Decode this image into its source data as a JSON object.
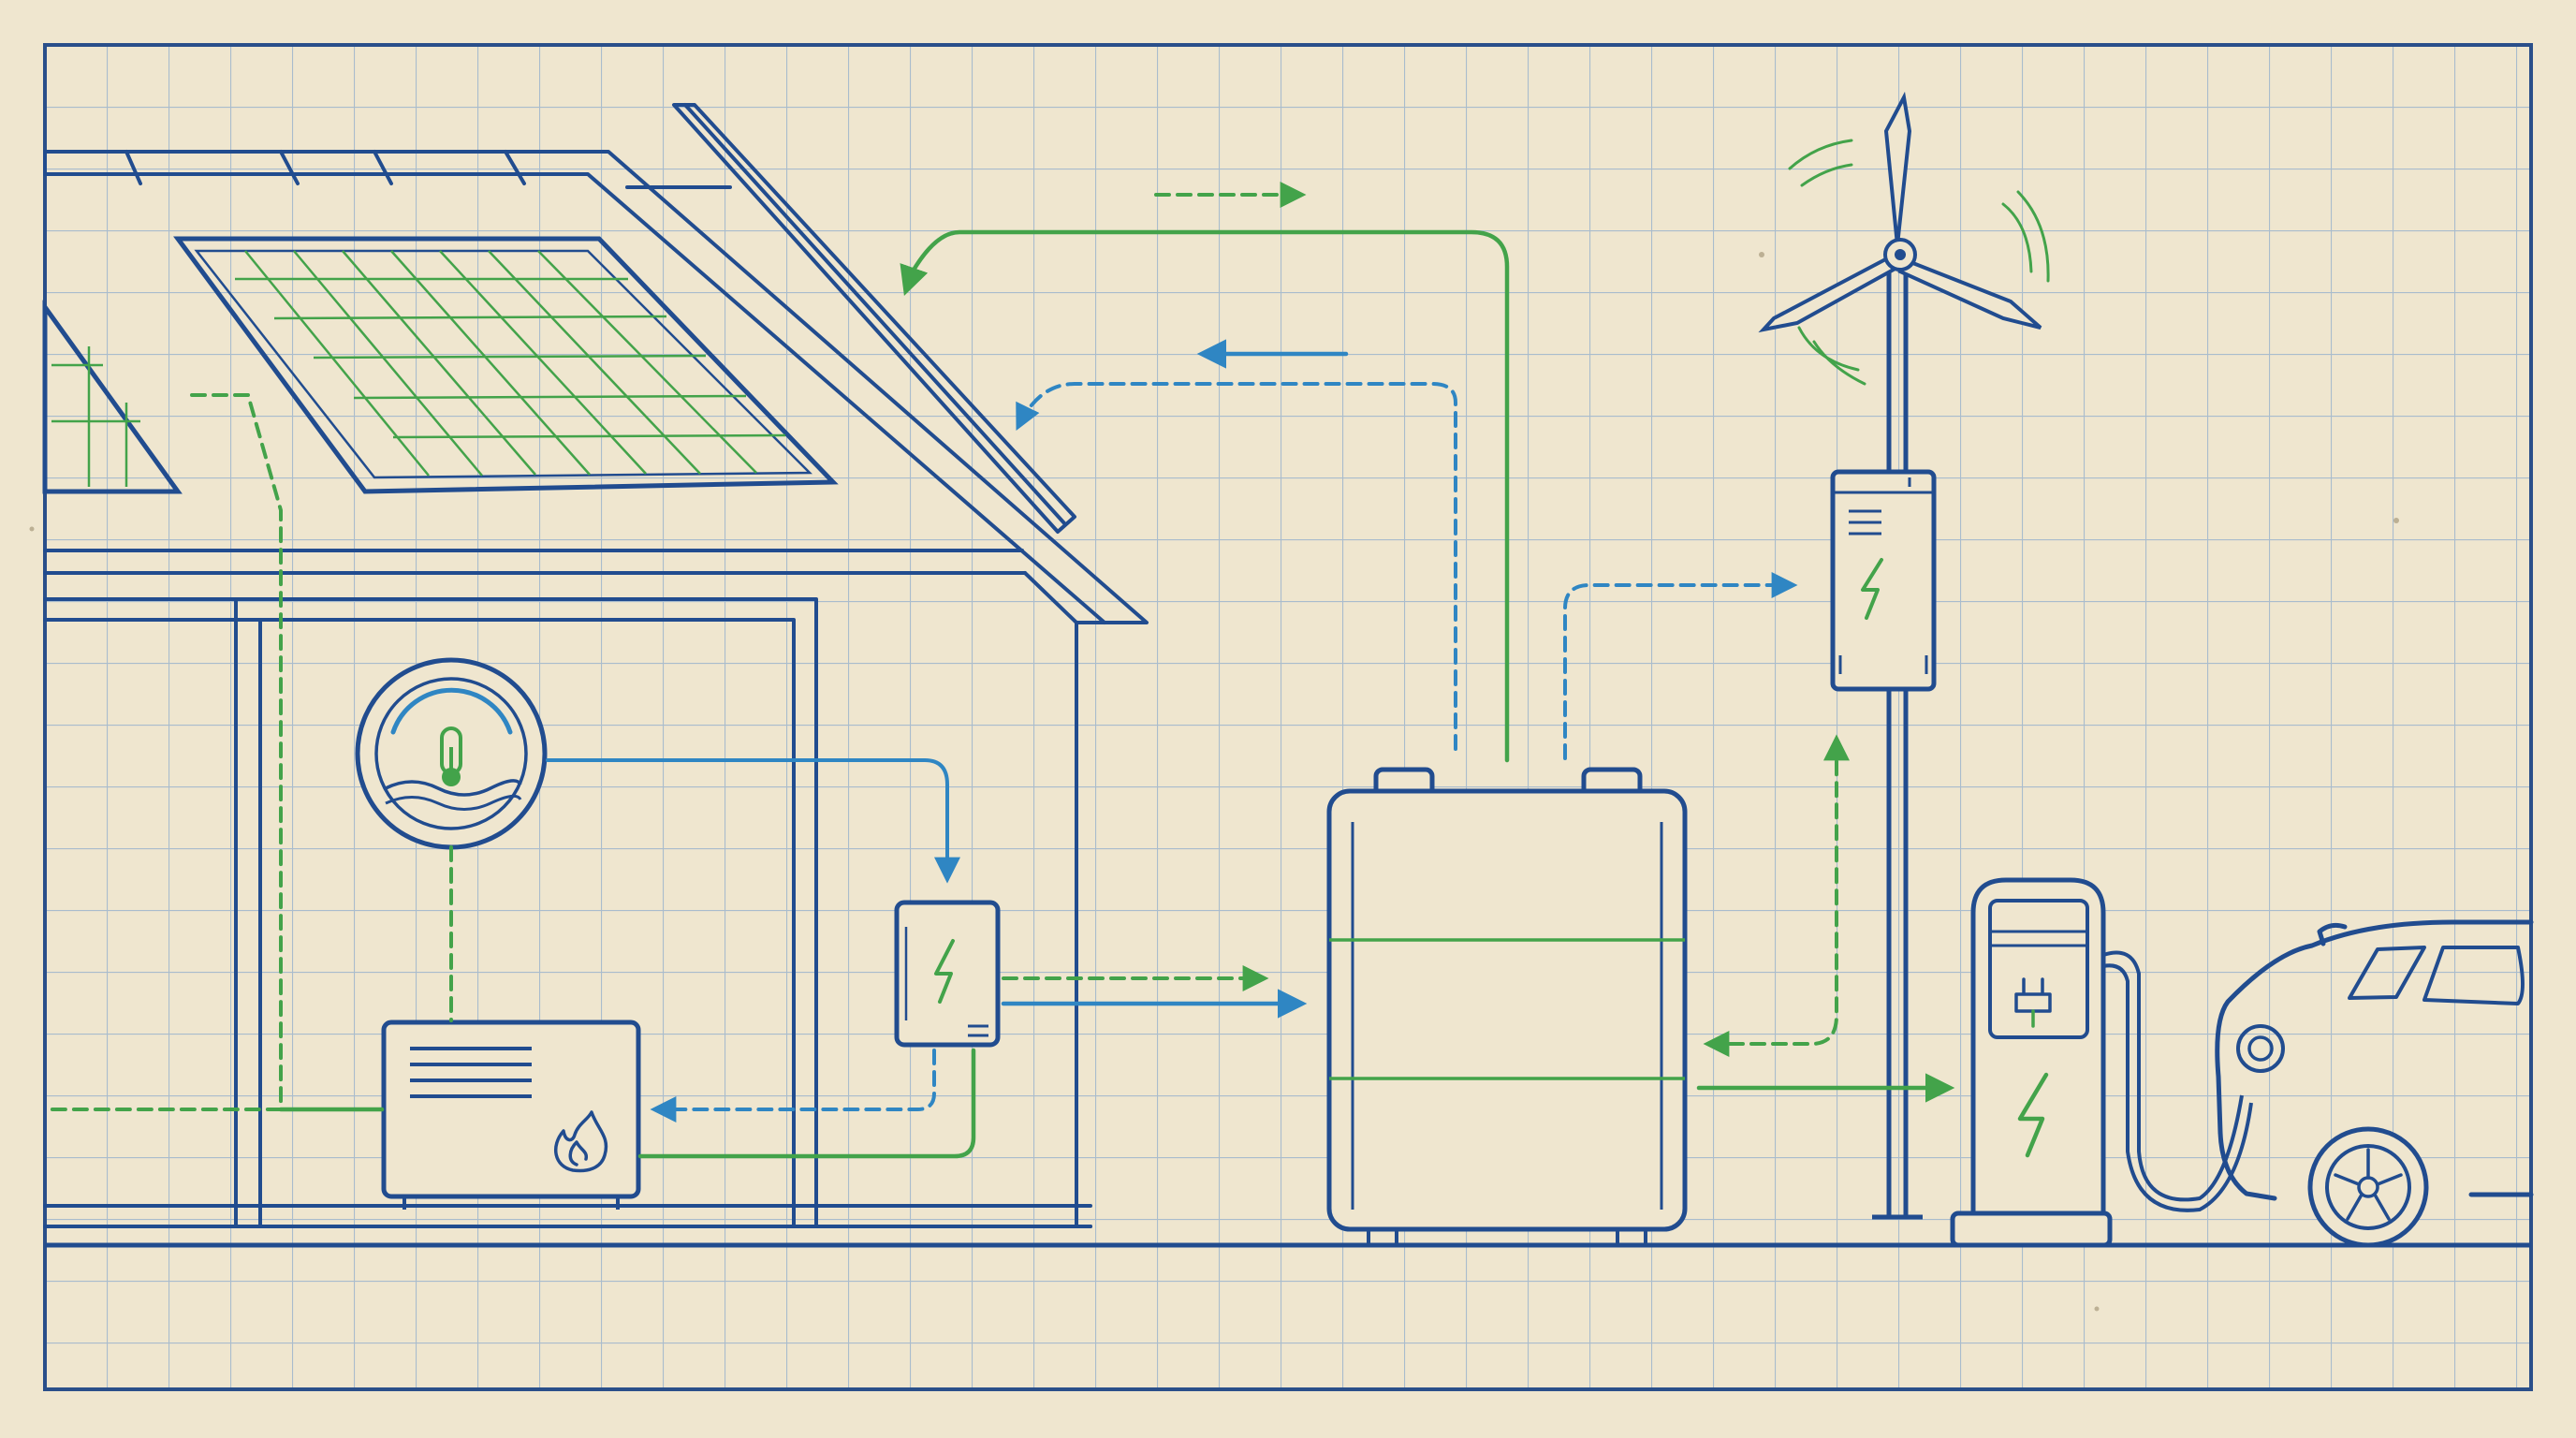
{
  "palette": {
    "paper": "#efe6cf",
    "grid": "#a9bccd",
    "frame": "#2a4f8a",
    "line_blue": "#214c8f",
    "flow_green": "#43a34a",
    "flow_blue": "#2f86c3"
  },
  "components": [
    {
      "id": "house",
      "icon": "house-icon"
    },
    {
      "id": "solar-panels",
      "icon": "solar-panel-icon"
    },
    {
      "id": "thermostat",
      "icon": "thermometer-icon"
    },
    {
      "id": "heat-pump",
      "icon": "flame-icon"
    },
    {
      "id": "inverter",
      "icon": "lightning-bolt-icon"
    },
    {
      "id": "battery-storage",
      "icon": "battery-icon"
    },
    {
      "id": "wind-turbine",
      "icon": "wind-turbine-icon"
    },
    {
      "id": "turbine-controller",
      "icon": "lightning-bolt-icon"
    },
    {
      "id": "ev-charger",
      "icon": "plug-icon"
    },
    {
      "id": "electric-car",
      "icon": "car-icon"
    }
  ]
}
